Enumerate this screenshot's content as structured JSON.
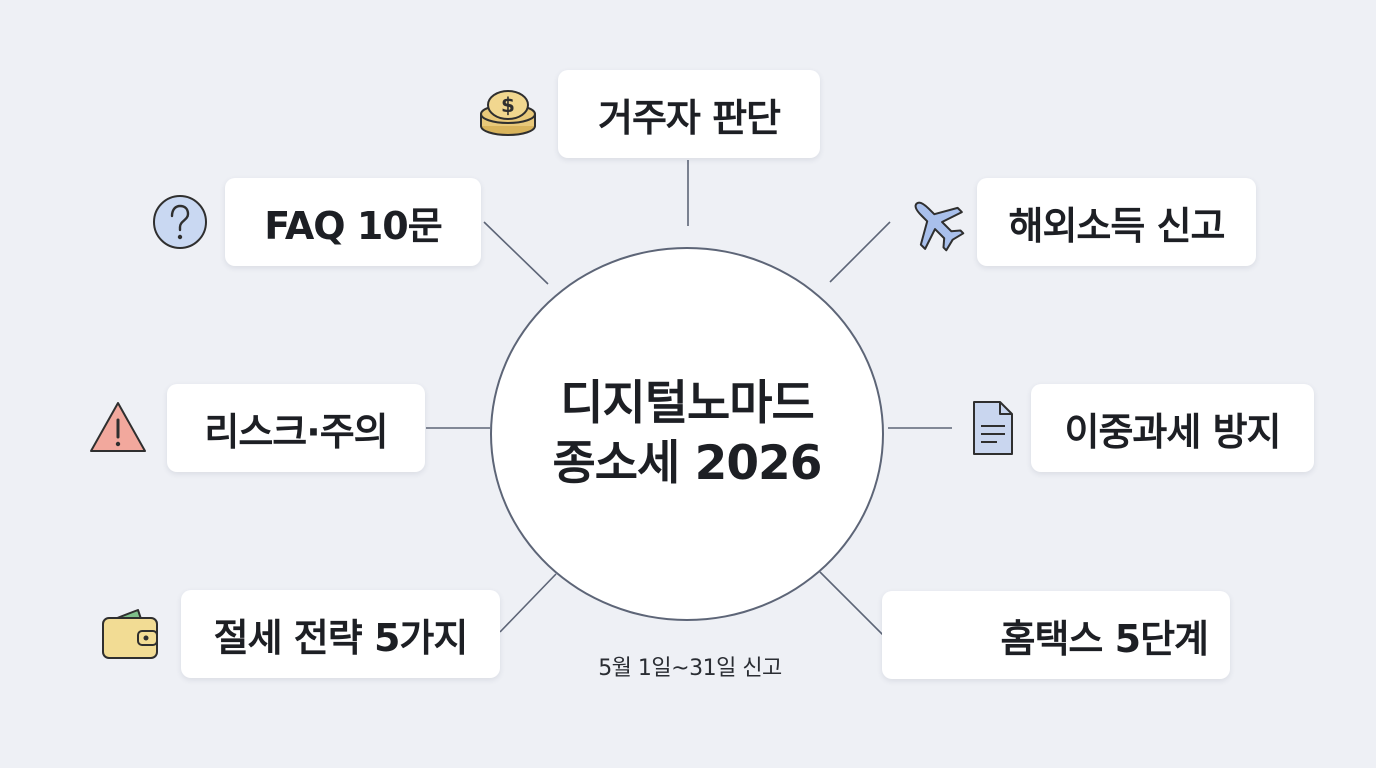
{
  "hub": {
    "title_line1": "디지털노마드",
    "title_line2": "종소세 2026"
  },
  "nodes": [
    {
      "id": "resident",
      "label": "거주자 판단",
      "icon": "coins-icon"
    },
    {
      "id": "foreign-income",
      "label": "해외소득 신고",
      "icon": "airplane-icon"
    },
    {
      "id": "double-tax",
      "label": "이중과세 방지",
      "icon": "document-icon"
    },
    {
      "id": "hometax",
      "label": "홈택스 5단계",
      "icon": "monitor-icon"
    },
    {
      "id": "tax-saving",
      "label": "절세 전략 5가지",
      "icon": "wallet-icon"
    },
    {
      "id": "risk",
      "label": "리스크·주의",
      "icon": "warning-icon"
    },
    {
      "id": "faq",
      "label": "FAQ 10문",
      "icon": "question-icon"
    }
  ],
  "footnote": "5월 1일~31일 신고",
  "colors": {
    "background": "#eef0f5",
    "connector": "#5d6577",
    "coin": "#e9c97a",
    "plane": "#a9c0ec",
    "document": "#c9d6ef",
    "monitor": "#a9c0ec",
    "wallet": "#f2dc94",
    "wallet_money": "#7fbf8a",
    "warning": "#f2a89d",
    "question": "#c9d8f2"
  }
}
